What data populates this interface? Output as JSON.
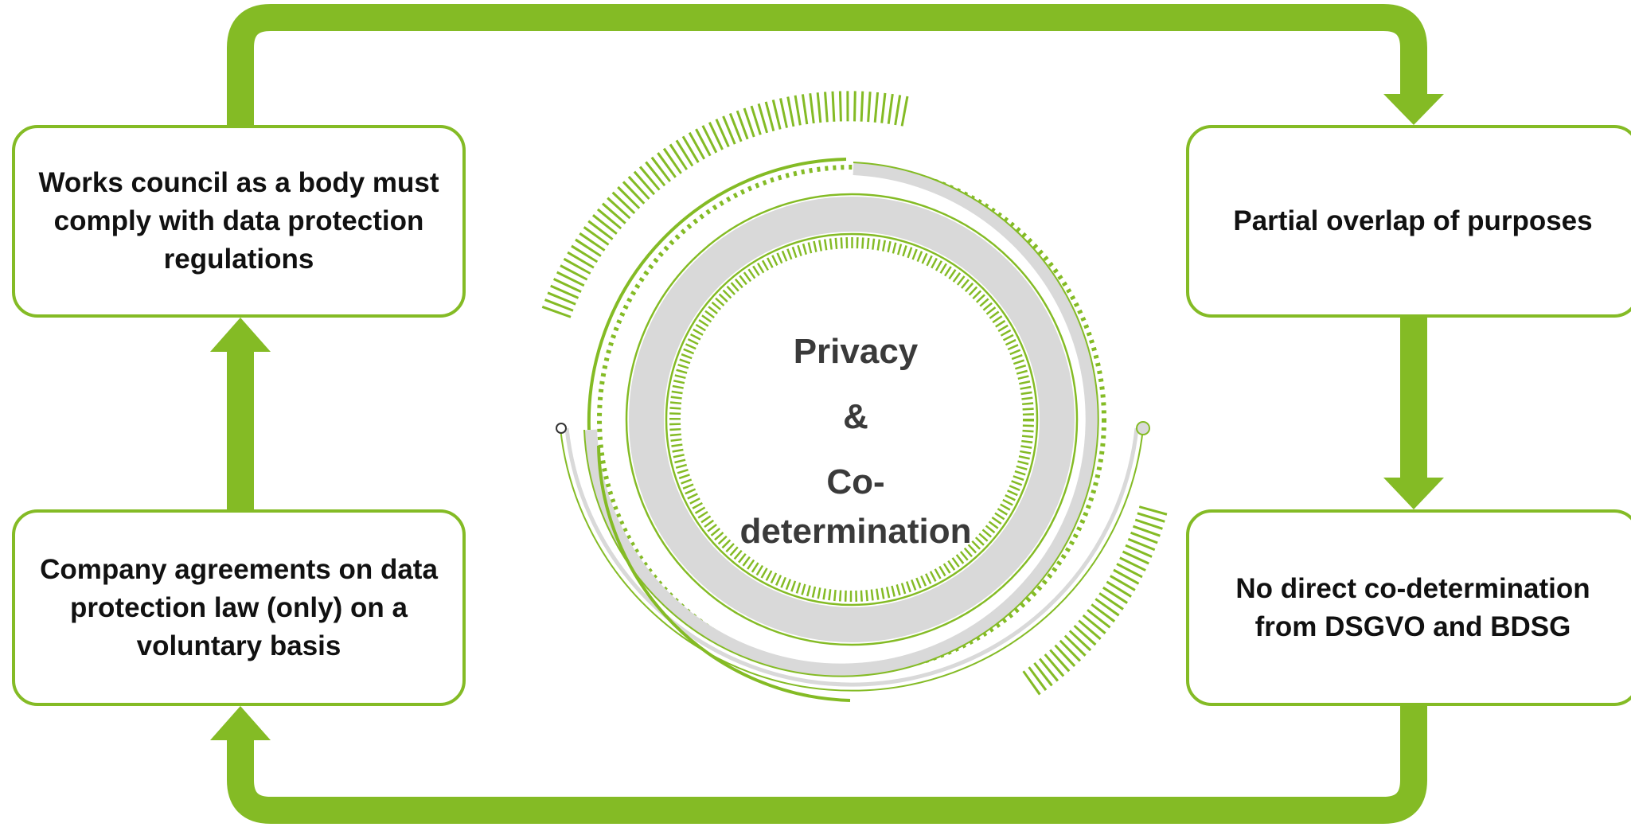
{
  "boxes": {
    "top_left": "Works council as a body must comply with data protection regulations",
    "bottom_left": "Company agreements on data protection law (only) on a voluntary basis",
    "top_right": "Partial overlap of purposes",
    "bottom_right": "No direct co-determination from DSGVO and BDSG"
  },
  "center": {
    "line1": "Privacy",
    "line2": "&",
    "line3": "Co-",
    "line4": "determination"
  },
  "colors": {
    "accent_green": "#84bb25",
    "ring_gray": "#d9d9d9",
    "text_dark": "#111111",
    "center_text": "#3a3a3a"
  },
  "icons": [
    "cycle-arrow",
    "circular-ring-ornament"
  ]
}
